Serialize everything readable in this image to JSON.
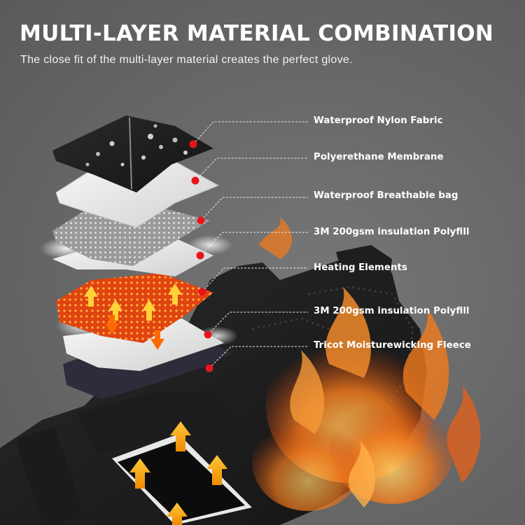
{
  "header": {
    "title": "MULTI-LAYER MATERIAL COMBINATION",
    "subtitle": "The close fit of the multi-layer material creates the perfect glove."
  },
  "layers": [
    "Waterproof Nylon Fabric",
    "Polyerethane Membrane",
    "Waterproof Breathable bag",
    "3M 200gsm insulation Polyfill",
    "Heating Elements",
    "3M 200gsm insulation Polyfill",
    "Tricot Moisturewicking Fleece"
  ],
  "colors": {
    "background": "#6a6a6a",
    "marker": "#e8141b",
    "heat": "#f05a12",
    "arrow": "#ffb400",
    "text": "#ffffff"
  }
}
